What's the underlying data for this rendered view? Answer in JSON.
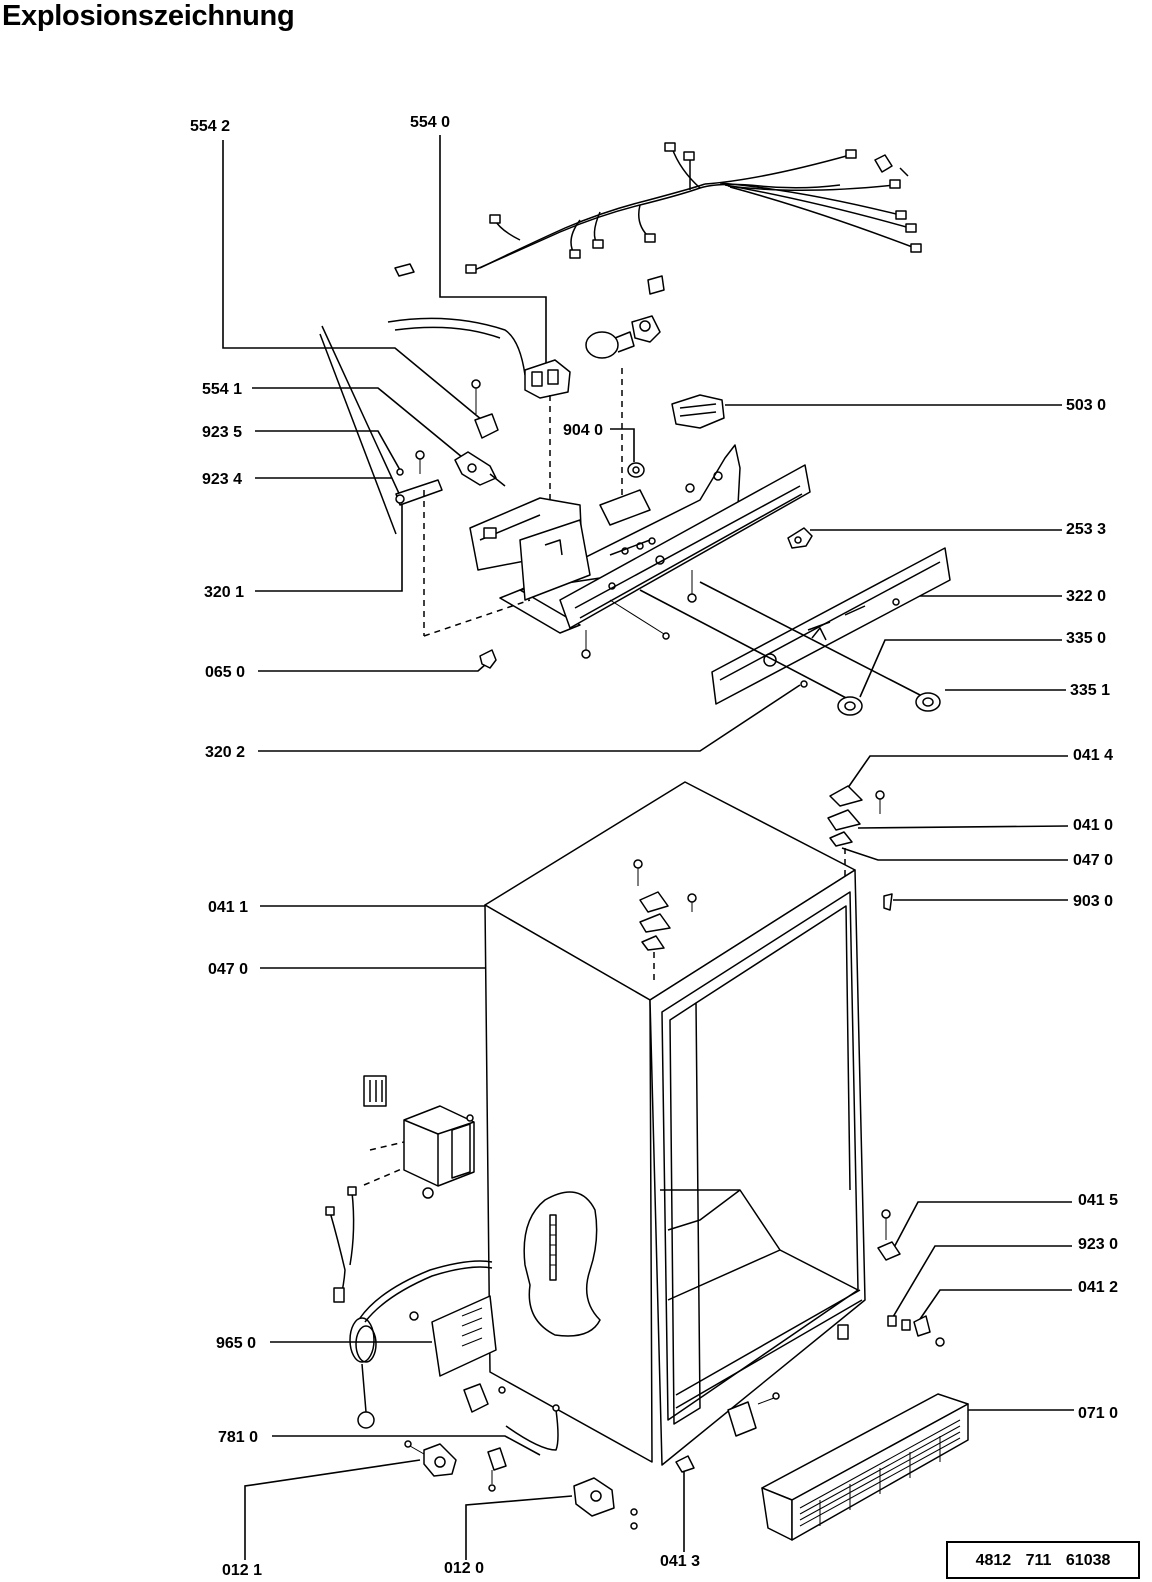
{
  "page": {
    "title": "Explosionszeichnung"
  },
  "catalog_number": "4812  711  61038",
  "labels": {
    "p5542": "554 2",
    "p5540": "554 0",
    "p5541": "554 1",
    "p9235": "923 5",
    "p9234": "923 4",
    "p9040": "904 0",
    "p5030": "503 0",
    "p2533": "253 3",
    "p3201": "320 1",
    "p3220": "322 0",
    "p3350": "335 0",
    "p0650": "065 0",
    "p3351": "335 1",
    "p3202": "320 2",
    "p0414": "041 4",
    "p0410": "041 0",
    "p0470r": "047 0",
    "p0411": "041 1",
    "p9030": "903 0",
    "p0470l": "047 0",
    "p0415": "041 5",
    "p9230": "923 0",
    "p0412": "041 2",
    "p9650": "965 0",
    "p0710": "071 0",
    "p7810": "781 0",
    "p0121": "012 1",
    "p0120": "012  0",
    "p0413": "041  3"
  }
}
